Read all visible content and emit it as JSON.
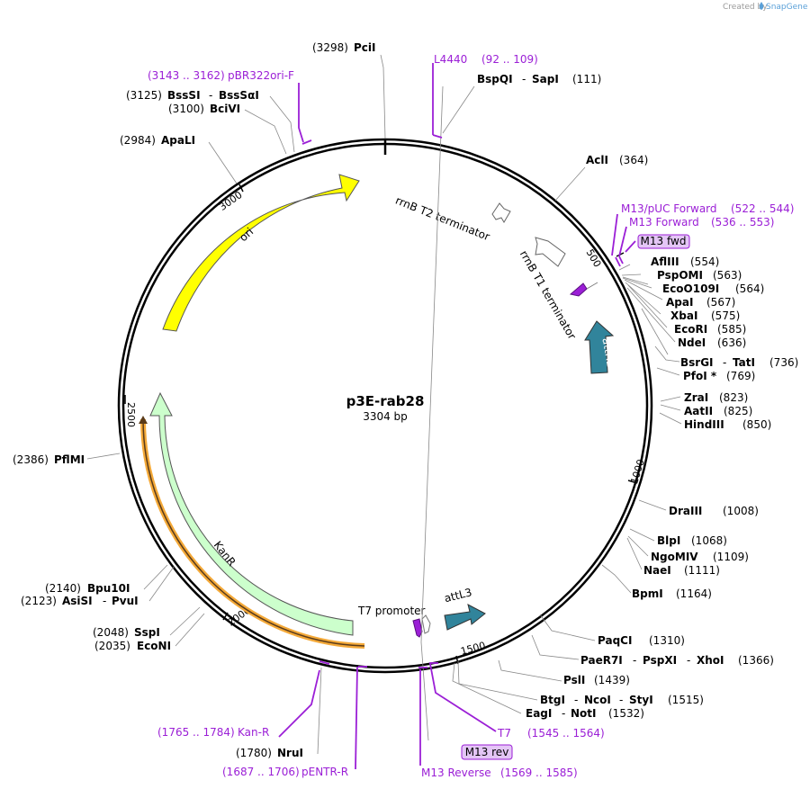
{
  "credit": {
    "prefix": "Created by",
    "brand": "SnapGene"
  },
  "plasmid": {
    "name": "p3E-rab28",
    "size": "3304 bp"
  },
  "ticks": [
    "500",
    "1000",
    "1500",
    "2000",
    "2500",
    "3000"
  ],
  "enzymes": [
    {
      "name": "PciI",
      "pos": "(3298)"
    },
    {
      "name": "BspQI",
      "sep": "-",
      "name2": "SapI",
      "pos": "(111)"
    },
    {
      "name": "AclI",
      "pos": "(364)"
    },
    {
      "name": "AflIII",
      "pos": "(554)"
    },
    {
      "name": "PspOMI",
      "pos": "(563)"
    },
    {
      "name": "EcoO109I",
      "pos": "(564)"
    },
    {
      "name": "ApaI",
      "pos": "(567)"
    },
    {
      "name": "XbaI",
      "pos": "(575)"
    },
    {
      "name": "EcoRI",
      "pos": "(585)"
    },
    {
      "name": "NdeI",
      "pos": "(636)"
    },
    {
      "name": "BsrGI",
      "sep": "-",
      "name2": "TatI",
      "pos": "(736)"
    },
    {
      "name": "PfoI *",
      "pos": "(769)"
    },
    {
      "name": "ZraI",
      "pos": "(823)"
    },
    {
      "name": "AatII",
      "pos": "(825)"
    },
    {
      "name": "HindIII",
      "pos": "(850)"
    },
    {
      "name": "DraIII",
      "pos": "(1008)"
    },
    {
      "name": "BlpI",
      "pos": "(1068)"
    },
    {
      "name": "NgoMIV",
      "pos": "(1109)"
    },
    {
      "name": "NaeI",
      "pos": "(1111)"
    },
    {
      "name": "BpmI",
      "pos": "(1164)"
    },
    {
      "name": "PaqCI",
      "pos": "(1310)"
    },
    {
      "name": "PaeR7I",
      "sep": "-",
      "name2": "PspXI",
      "sep2": "-",
      "name3": "XhoI",
      "pos": "(1366)"
    },
    {
      "name": "PslI",
      "pos": "(1439)"
    },
    {
      "name": "BtgI",
      "sep": "-",
      "name2": "NcoI",
      "sep2": "-",
      "name3": "StyI",
      "pos": "(1515)"
    },
    {
      "name": "EagI",
      "sep": "-",
      "name2": "NotI",
      "pos": "(1532)"
    },
    {
      "name": "NruI",
      "pos": "(1780)"
    },
    {
      "name": "EcoNI",
      "pos": "(2035)"
    },
    {
      "name": "SspI",
      "pos": "(2048)"
    },
    {
      "name": "AsiSI",
      "sep": "-",
      "name2": "PvuI",
      "pos": "(2123)"
    },
    {
      "name": "Bpu10I",
      "pos": "(2140)"
    },
    {
      "name": "PflMI",
      "pos": "(2386)"
    },
    {
      "name": "ApaLI",
      "pos": "(2984)"
    },
    {
      "name": "BciVI",
      "pos": "(3100)"
    },
    {
      "name": "BssSI",
      "sep": "-",
      "name2": "BssSαI",
      "pos": "(3125)"
    }
  ],
  "primers": [
    {
      "name": "L4440",
      "range": "(92 .. 109)"
    },
    {
      "name": "M13/pUC Forward",
      "range": "(522 .. 544)"
    },
    {
      "name": "M13 Forward",
      "range": "(536 .. 553)"
    },
    {
      "name": "T7",
      "range": "(1545 .. 1564)"
    },
    {
      "name": "M13 Reverse",
      "range": "(1569 .. 1585)"
    },
    {
      "name": "pENTR-R",
      "range": "(1687 .. 1706)"
    },
    {
      "name": "Kan-R",
      "range": "(1765 .. 1784)"
    },
    {
      "name": "pBR322ori-F",
      "range": "(3143 .. 3162)"
    }
  ],
  "badges": {
    "m13fwd": "M13 fwd",
    "m13rev": "M13 rev"
  },
  "features": {
    "ori": "ori",
    "kanr": "KanR",
    "attr2": "attR2",
    "attl3": "attL3",
    "t7promoter": "T7 promoter",
    "rrnbt1": "rrnB T1 terminator",
    "rrnbt2": "rrnB T2 terminator"
  },
  "colors": {
    "ori": "#ffff00",
    "kanr": "#ccffcc",
    "att": "#31849b",
    "primer": "#9b1fd6",
    "badge_fill": "#e4c6f6",
    "kan_underline": "#f4a938",
    "backbone": "#000000"
  }
}
